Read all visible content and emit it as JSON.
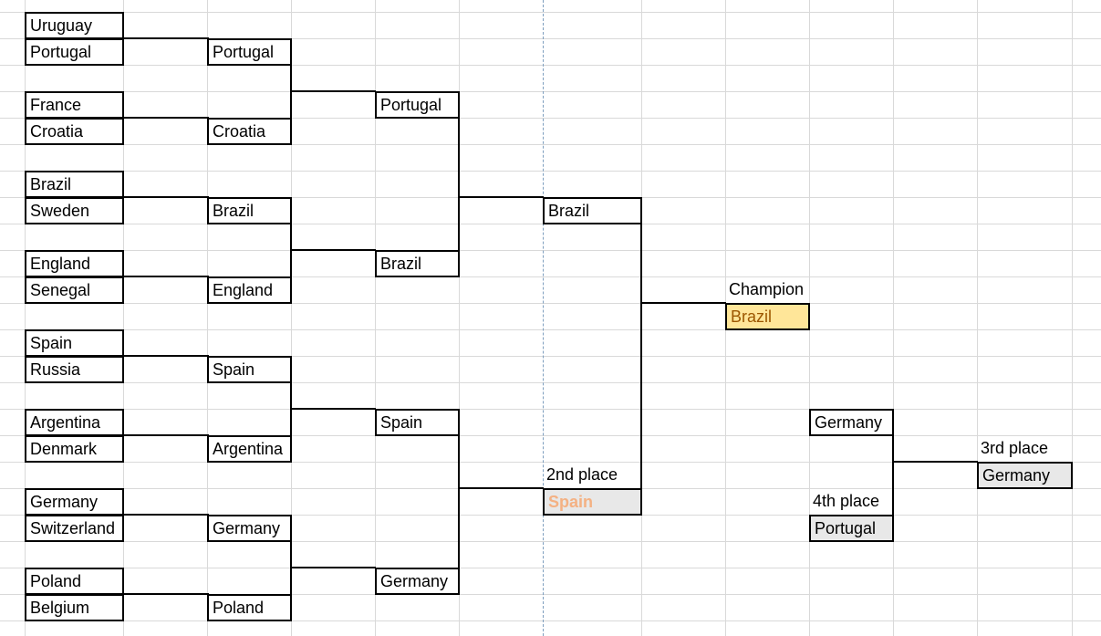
{
  "round_of_16": [
    [
      "Uruguay",
      "Portugal"
    ],
    [
      "France",
      "Croatia"
    ],
    [
      "Brazil",
      "Sweden"
    ],
    [
      "England",
      "Senegal"
    ],
    [
      "Spain",
      "Russia"
    ],
    [
      "Argentina",
      "Denmark"
    ],
    [
      "Germany",
      "Switzerland"
    ],
    [
      "Poland",
      "Belgium"
    ]
  ],
  "quarterfinals": [
    "Portugal",
    "Croatia",
    "Brazil",
    "England",
    "Spain",
    "Argentina",
    "Germany",
    "Poland"
  ],
  "semifinals": [
    "Portugal",
    "Brazil",
    "Spain",
    "Germany"
  ],
  "finalists": [
    "Brazil"
  ],
  "champion": {
    "label": "Champion",
    "team": "Brazil"
  },
  "second_place": {
    "label": "2nd place",
    "team": "Spain"
  },
  "third_place_match": {
    "teams": [
      "Germany",
      "Portugal"
    ]
  },
  "third_place": {
    "label": "3rd place",
    "team": "Germany"
  },
  "fourth_place": {
    "label": "4th place",
    "team": "Portugal"
  },
  "colors": {
    "champion_fill": "#ffe699",
    "champion_text": "#9c5700",
    "second_text": "#f4b183",
    "gridline": "#d9d9d9"
  }
}
